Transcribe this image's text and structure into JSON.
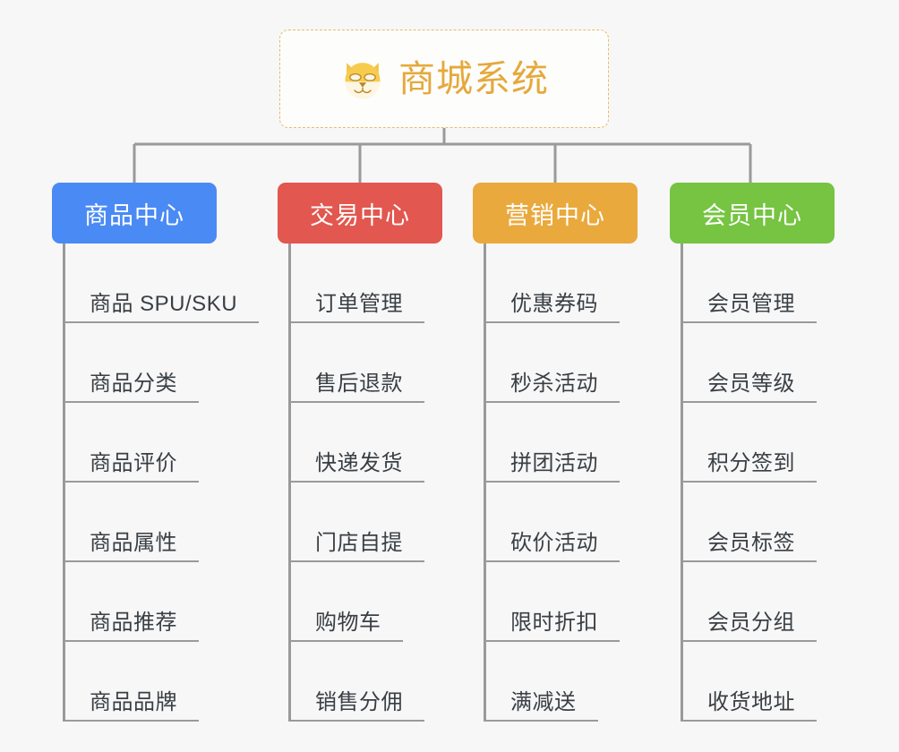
{
  "background_color": "#f7f7f7",
  "root": {
    "title": "商城系统",
    "icon": "dog-face-emoji",
    "text_color": "#e5a93c",
    "border_color": "#e8b96a",
    "background": "#fdfdfc"
  },
  "connector_color": "#9a9a9a",
  "branches": [
    {
      "id": "product-center",
      "label": "商品中心",
      "color": "#4a8af4",
      "items": [
        "商品 SPU/SKU",
        "商品分类",
        "商品评价",
        "商品属性",
        "商品推荐",
        "商品品牌"
      ]
    },
    {
      "id": "trade-center",
      "label": "交易中心",
      "color": "#e2574f",
      "items": [
        "订单管理",
        "售后退款",
        "快递发货",
        "门店自提",
        "购物车",
        "销售分佣"
      ]
    },
    {
      "id": "marketing-center",
      "label": "营销中心",
      "color": "#eaa93c",
      "items": [
        "优惠券码",
        "秒杀活动",
        "拼团活动",
        "砍价活动",
        "限时折扣",
        "满减送"
      ]
    },
    {
      "id": "member-center",
      "label": "会员中心",
      "color": "#76c442",
      "items": [
        "会员管理",
        "会员等级",
        "积分签到",
        "会员标签",
        "会员分组",
        "收货地址"
      ]
    }
  ]
}
